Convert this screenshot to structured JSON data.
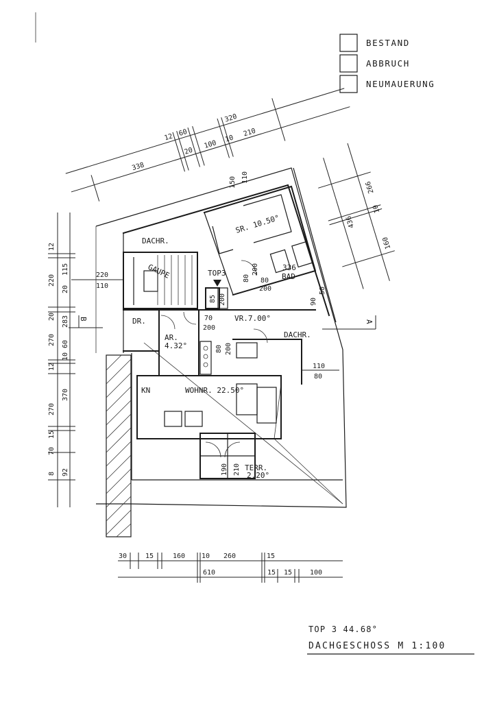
{
  "legend": {
    "items": [
      {
        "label": "BESTAND"
      },
      {
        "label": "ABBRUCH"
      },
      {
        "label": "NEUMAUERUNG"
      }
    ]
  },
  "rooms": {
    "dachr_top": "DACHR.",
    "sr": "SR. 10.50°",
    "top3": "TOP3",
    "bad_area": "336",
    "bad": "BAD",
    "gaupe": "GAUPE",
    "dr": "DR.",
    "ar_name": "AR.",
    "ar_area": "4.32°",
    "vr": "VR.7.00°",
    "dachr_right": "DACHR.",
    "kn": "KN",
    "wohnr": "WOHNR. 22.50°",
    "terr_name": "TERR.",
    "terr_area": "2.20°",
    "section_a": "A",
    "section_b": "B"
  },
  "dimensions": {
    "top_chain": [
      "338",
      "12",
      "60",
      "20",
      "100",
      "10",
      "210",
      "320"
    ],
    "right_chain": [
      "266",
      "10",
      "436",
      "160"
    ],
    "left_outer": [
      "12",
      "220",
      "20",
      "270",
      "12",
      "270",
      "15",
      "70",
      "8"
    ],
    "left_inner": [
      "115",
      "20",
      "283",
      "60",
      "10",
      "370",
      "92"
    ],
    "stair_dims": [
      "220",
      "110"
    ],
    "interior": [
      "150",
      "110",
      "85",
      "200",
      "70",
      "200",
      "80",
      "200",
      "80",
      "200",
      "80",
      "200",
      "90",
      "50",
      "110",
      "80",
      "190",
      "210"
    ],
    "bottom_row1": [
      "30",
      "15",
      "160",
      "10",
      "260",
      "15"
    ],
    "bottom_row2": [
      "610",
      "15",
      "15",
      "100"
    ]
  },
  "title": {
    "top": "TOP 3  44.68°",
    "floor": "DACHGESCHOSS  M 1:100"
  }
}
